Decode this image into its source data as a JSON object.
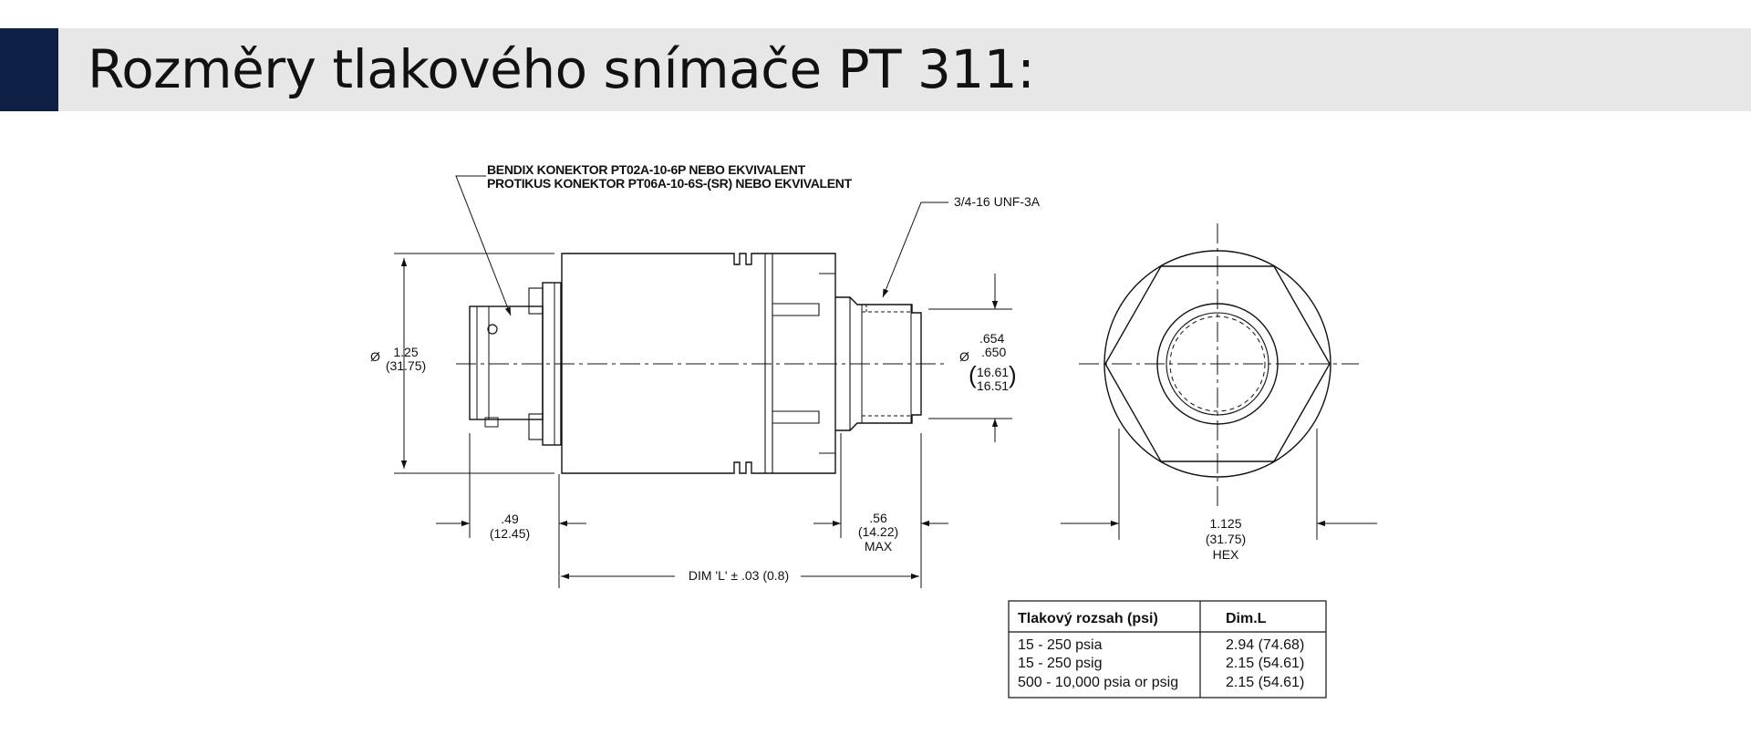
{
  "page": {
    "title": "Rozměry tlakového snímače PT 311:",
    "accent_color": "#0d1f44",
    "title_bar_color": "#e7e7e7"
  },
  "drawing": {
    "connector_label_1": "BENDIX KONEKTOR PT02A-10-6P NEBO EKVIVALENT",
    "connector_label_2": "PROTIKUS KONEKTOR PT06A-10-6S-(SR) NEBO EKVIVALENT",
    "thread_label": "3/4-16 UNF-3A",
    "body_diameter": {
      "symbol": "Ø",
      "inch": "1.25",
      "mm": "(31.75)"
    },
    "port_diameter": {
      "symbol": "Ø",
      "inch_max": ".654",
      "inch_min": ".650",
      "mm_max": "16.61",
      "mm_min": "16.51",
      "paren_open": "(",
      "paren_close": ")"
    },
    "connector_length": {
      "inch": ".49",
      "mm": "(12.45)"
    },
    "port_length": {
      "inch": ".56",
      "mm": "(14.22)",
      "note": "MAX"
    },
    "dim_l": "DIM 'L' ± .03 (0.8)",
    "hex": {
      "inch": "1.125",
      "mm": "(31.75)",
      "note": "HEX"
    }
  },
  "table": {
    "headers": [
      "Tlakový rozsah (psi)",
      "Dim.L"
    ],
    "rows": [
      {
        "range": "15 - 250 psia",
        "diml": "2.94 (74.68)"
      },
      {
        "range": "15 - 250 psig",
        "diml": "2.15 (54.61)"
      },
      {
        "range": "500 - 10,000 psia or psig",
        "diml": "2.15 (54.61)"
      }
    ]
  }
}
